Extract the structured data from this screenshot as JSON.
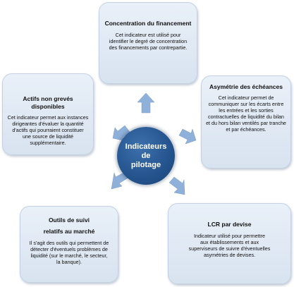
{
  "center": {
    "line1": "Indicateurs",
    "line2": "de",
    "line3": "pilotage",
    "color": "#24538d"
  },
  "arrow_color": "#8fb0d8",
  "boxes": {
    "top": {
      "title": "Concentration du financement",
      "desc": [
        "Cet indicateur est utilisé pour",
        "identifier le degré de concentration",
        "des financements par contrepartie."
      ]
    },
    "left": {
      "title": "Actifs non grevés disponibles",
      "desc": [
        "Cet indicateur permet aux instances",
        "dirigeantes d'évaluer la quantité",
        "d'actifs qui pourraient constituer",
        "une source de liquidité",
        "supplémentaire."
      ]
    },
    "right": {
      "title": "Asymétrie des échéances",
      "desc": [
        "Cet indicateur permet de",
        "communiquer sur les écarts entre",
        "les entrées et les sorties",
        "contractuelles de liquidité du bilan",
        "et du hors bilan ventilés par tranche",
        "et par échéances."
      ]
    },
    "bottom_left": {
      "title1": "Outils de suivi",
      "title2": "relatifs au marché",
      "desc": [
        "Il s'agit des outils qui permettent de",
        "détecter d'éventuels problèmes de",
        "liquidité (sur le marché, le secteur,",
        "la banque)."
      ]
    },
    "bottom_right": {
      "title": "LCR par devise",
      "desc": [
        "Indicateur utilisé pour permettre",
        "aux établissements et aux",
        "superviseurs de suivre d'éventuelles",
        "asymétries de devises."
      ]
    }
  }
}
